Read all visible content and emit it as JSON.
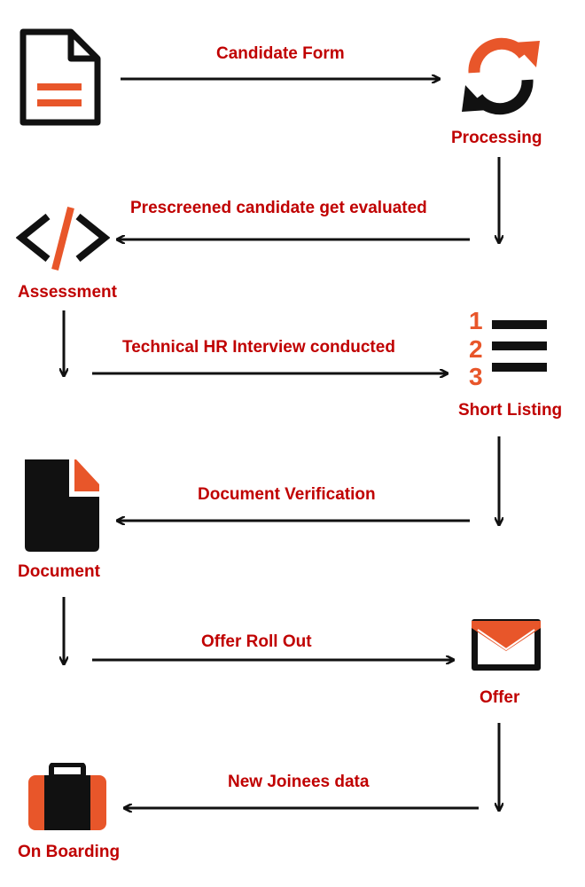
{
  "colors": {
    "label": "#c00000",
    "accent": "#e8562a",
    "ink": "#111111"
  },
  "nodes": {
    "form": {
      "icon": "document-lines-icon"
    },
    "processing": {
      "label": "Processing",
      "icon": "refresh-icon"
    },
    "assessment": {
      "label": "Assessment",
      "icon": "code-icon"
    },
    "shortlist": {
      "label": "Short Listing",
      "icon": "numbered-list-icon"
    },
    "document": {
      "label": "Document",
      "icon": "file-icon"
    },
    "offer": {
      "label": "Offer",
      "icon": "envelope-icon"
    },
    "onboarding": {
      "label": "On Boarding",
      "icon": "briefcase-icon"
    }
  },
  "edges": {
    "candidate_form": "Candidate Form",
    "prescreened": "Prescreened candidate get evaluated",
    "technical_hr": "Technical HR Interview conducted",
    "doc_verify": "Document Verification",
    "offer_rollout": "Offer Roll Out",
    "new_joinees": "New Joinees data"
  }
}
